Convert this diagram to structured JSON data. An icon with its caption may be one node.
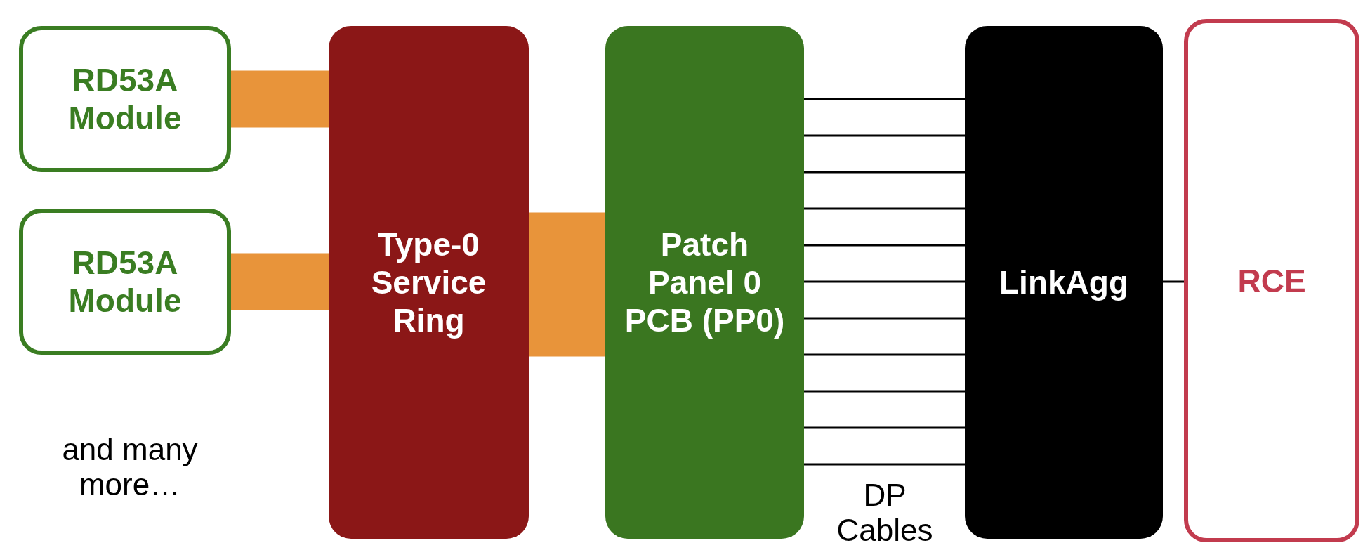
{
  "diagram": {
    "nodes": [
      {
        "text": [
          "RD53A Module"
        ]
      },
      {
        "text": [
          "RD53A Module"
        ]
      },
      {
        "text": [
          "Type-0 Service Ring"
        ]
      },
      {
        "text": [
          "Patch Panel 0 PCB (PP0)"
        ]
      },
      {
        "text": [
          "LinkAgg"
        ]
      },
      {
        "text": [
          "RCE"
        ]
      }
    ],
    "edges": [
      {
        "from": 0,
        "to": 2,
        "arrow": "none",
        "style": "thick",
        "color": "#e8943a"
      },
      {
        "from": 1,
        "to": 2,
        "arrow": "none",
        "style": "thick",
        "color": "#e8943a"
      },
      {
        "from": 2,
        "to": 3,
        "arrow": "none",
        "style": "thick",
        "color": "#e8943a"
      },
      {
        "from": 3,
        "to": 4,
        "arrow": "none"
      },
      {
        "from": 3,
        "to": 4,
        "arrow": "none"
      },
      {
        "from": 3,
        "to": 4,
        "arrow": "none"
      },
      {
        "from": 3,
        "to": 4,
        "arrow": "none"
      },
      {
        "from": 3,
        "to": 4,
        "arrow": "none"
      },
      {
        "from": 3,
        "to": 4,
        "arrow": "none"
      },
      {
        "from": 3,
        "to": 4,
        "arrow": "none"
      },
      {
        "from": 3,
        "to": 4,
        "arrow": "none"
      },
      {
        "from": 3,
        "to": 4,
        "arrow": "none"
      },
      {
        "from": 3,
        "to": 4,
        "arrow": "none"
      },
      {
        "from": 3,
        "to": 4,
        "arrow": "none"
      },
      {
        "from": 4,
        "to": 5,
        "arrow": "none"
      }
    ],
    "labels": [
      "and many more…",
      "DP Cables"
    ]
  }
}
